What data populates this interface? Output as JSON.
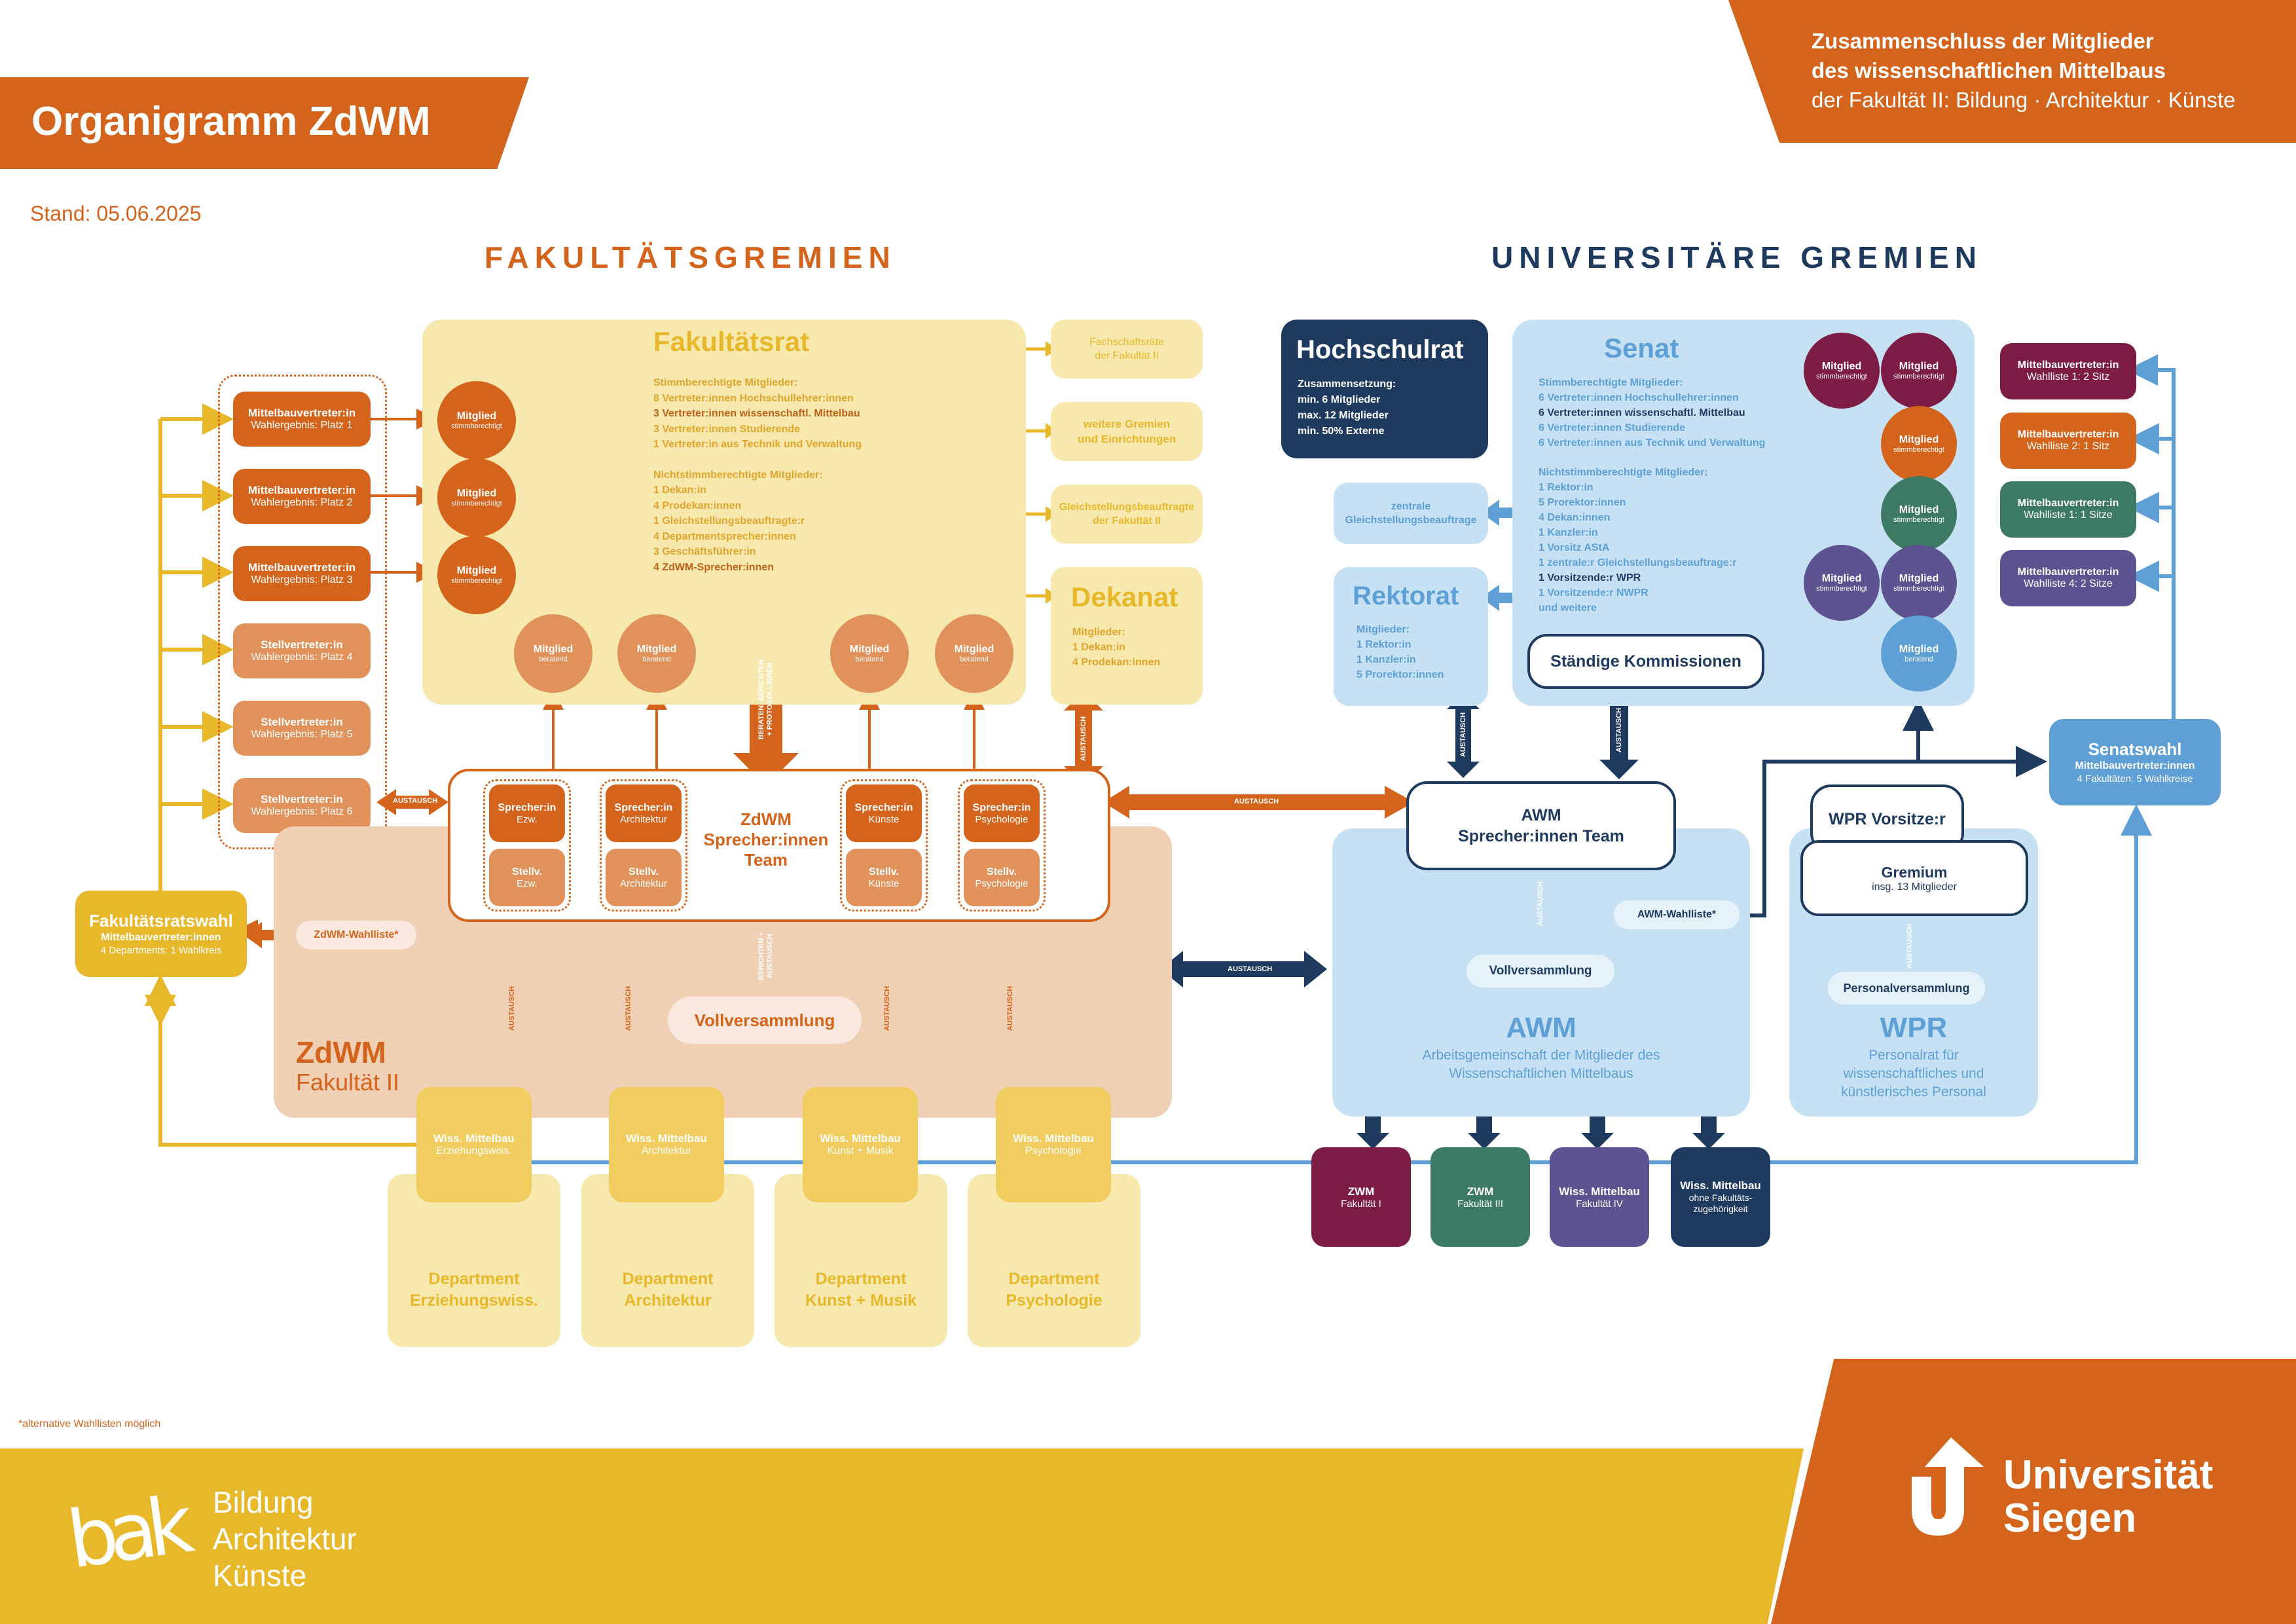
{
  "header": {
    "title": "Organigramm ZdWM",
    "date": "Stand: 05.06.2025",
    "top_right": [
      "Zusammenschluss der Mitglieder",
      "des wissenschaftlichen Mittelbaus",
      "der Fakultät II: Bildung · Architektur · Künste"
    ]
  },
  "sections": {
    "left": "FAKULTÄTSGREMIEN",
    "right": "UNIVERSITÄRE GREMIEN"
  },
  "fakultaetsrat": {
    "title": "Fakultätsrat",
    "voting_heading": "Stimmberechtigte Mitglieder:",
    "voting": [
      "8 Vertreter:innen Hochschullehrer:innen",
      "3 Vertreter:innen wissenschaftl. Mittelbau",
      "3 Vertreter:innen Studierende",
      "1 Vertreter:in aus Technik und Verwaltung"
    ],
    "nonvoting_heading": "Nichtstimmberechtigte Mitglieder:",
    "nonvoting": [
      "1 Dekan:in",
      "4 Prodekan:innen",
      "1 Gleichstellungsbeauftragte:r",
      "4 Departmentsprecher:innen",
      "3 Geschäftsführer:in",
      "4 ZdWM-Sprecher:innen"
    ]
  },
  "side_boxes": {
    "fachschaft": [
      "Fachschaftsräte",
      "der Fakultät II"
    ],
    "gremien": [
      "weitere Gremien",
      "und Einrichtungen"
    ],
    "gleich": [
      "Gleichstellungsbeauftragte",
      "der Fakultät II"
    ],
    "dekanat_title": "Dekanat",
    "dekanat_heading": "Mitglieder:",
    "dekanat_items": [
      "1 Dekan:in",
      "4 Prodekan:innen"
    ]
  },
  "election_list": [
    {
      "title": "Mittelbauvertreter:in",
      "sub": "Wahlergebnis: Platz 1"
    },
    {
      "title": "Mittelbauvertreter:in",
      "sub": "Wahlergebnis: Platz 2"
    },
    {
      "title": "Mittelbauvertreter:in",
      "sub": "Wahlergebnis: Platz 3"
    },
    {
      "title": "Stellvertreter:in",
      "sub": "Wahlergebnis: Platz 4"
    },
    {
      "title": "Stellvertreter:in",
      "sub": "Wahlergebnis: Platz 5"
    },
    {
      "title": "Stellvertreter:in",
      "sub": "Wahlergebnis: Platz 6"
    }
  ],
  "member_circle": {
    "title": "Mitglied",
    "voting": "stimmberechtigt",
    "advisory": "beratend"
  },
  "zdwm": {
    "team_title": [
      "ZdWM",
      "Sprecher:innen",
      "Team"
    ],
    "speakers": [
      {
        "title": "Sprecher:in",
        "sub": "Ezw.",
        "deputy": "Stellv.",
        "deputy_sub": "Ezw."
      },
      {
        "title": "Sprecher:in",
        "sub": "Architektur",
        "deputy": "Stellv.",
        "deputy_sub": "Architektur"
      },
      {
        "title": "Sprecher:in",
        "sub": "Künste",
        "deputy": "Stellv.",
        "deputy_sub": "Künste"
      },
      {
        "title": "Sprecher:in",
        "sub": "Psychologie",
        "deputy": "Stellv.",
        "deputy_sub": "Psychologie"
      }
    ],
    "vollversammlung": "Vollversammlung",
    "name": "ZdWM",
    "subname": "Fakultät II",
    "wahlliste": "ZdWM-Wahlliste*"
  },
  "fakultaetsratswahl": {
    "title": "Fakultätsratswahl",
    "sub1": "Mittelbauvertreter:innen",
    "sub2": "4 Departments: 1 Wahlkreis"
  },
  "labels": {
    "austausch": "AUSTAUSCH",
    "beraten": [
      "BERATEN, BERICHTEN",
      "+ PROTOKOLLIEREN"
    ],
    "berichten": [
      "BERICHTEN +",
      "AUSTAUSCH"
    ]
  },
  "wiss": [
    {
      "title": "Wiss. Mittelbau",
      "sub": "Erziehungswiss."
    },
    {
      "title": "Wiss. Mittelbau",
      "sub": "Architektur"
    },
    {
      "title": "Wiss. Mittelbau",
      "sub": "Kunst + Musik"
    },
    {
      "title": "Wiss. Mittelbau",
      "sub": "Psychologie"
    }
  ],
  "departments": [
    {
      "title": "Department",
      "sub": "Erziehungswiss."
    },
    {
      "title": "Department",
      "sub": "Architektur"
    },
    {
      "title": "Department",
      "sub": "Kunst + Musik"
    },
    {
      "title": "Department",
      "sub": "Psychologie"
    }
  ],
  "hochschulrat": {
    "title": "Hochschulrat",
    "heading": "Zusammensetzung:",
    "items": [
      "min. 6 Mitglieder",
      "max. 12 Mitglieder",
      "min. 50% Externe"
    ]
  },
  "gleichstellung_zentral": [
    "zentrale",
    "Gleichstellungsbeauftrage"
  ],
  "rektorat": {
    "title": "Rektorat",
    "heading": "Mitglieder:",
    "items": [
      "1 Rektor:in",
      "1 Kanzler:in",
      "5 Prorektor:innen"
    ]
  },
  "senat": {
    "title": "Senat",
    "voting_heading": "Stimmberechtigte Mitglieder:",
    "voting": [
      "6 Vertreter:innen Hochschullehrer:innen",
      "6 Vertreter:innen wissenschaftl. Mittelbau",
      "6 Vertreter:innen Studierende",
      "6 Vertreter:innen aus Technik und Verwaltung"
    ],
    "nonvoting_heading": "Nichtstimmberechtigte Mitglieder:",
    "nonvoting": [
      "1 Rektor:in",
      "5 Prorektor:innen",
      "4 Dekan:innen",
      "1 Kanzler:in",
      "1 Vorsitz AStA",
      "1 zentrale:r Gleichstellungsbeauftrage:r",
      "1 Vorsitzende:r WPR",
      "1 Vorsitzende:r NWPR",
      "und weitere"
    ],
    "kommissionen": "Ständige Kommissionen"
  },
  "senat_lists": [
    {
      "title": "Mittelbauvertreter:in",
      "sub": "Wahlliste 1: 2 Sitz"
    },
    {
      "title": "Mittelbauvertreter:in",
      "sub": "Wahlliste 2: 1 Sitz"
    },
    {
      "title": "Mittelbauvertreter:in",
      "sub": "Wahlliste 1: 1 Sitze"
    },
    {
      "title": "Mittelbauvertreter:in",
      "sub": "Wahlliste 4: 2 Sitze"
    }
  ],
  "senatswahl": {
    "title": "Senatswahl",
    "sub1": "Mittelbauvertreter:innen",
    "sub2": "4 Fakultäten: 5 Wahlkreise"
  },
  "awm": {
    "team": [
      "AWM",
      "Sprecher:innen Team"
    ],
    "vollversammlung": "Vollversammlung",
    "wahlliste": "AWM-Wahlliste*",
    "name": "AWM",
    "desc": [
      "Arbeitsgemeinschaft der Mitglieder des",
      "Wissenschaftlichen Mittelbaus"
    ]
  },
  "wpr": {
    "vorsitz": "WPR Vorsitze:r",
    "gremium": "Gremium",
    "gremium_sub": "insg. 13 Mitglieder",
    "personal": "Personalversammlung",
    "name": "WPR",
    "desc": [
      "Personalrat für",
      "wissenschaftliches und",
      "künstlerisches Personal"
    ]
  },
  "faculties": [
    {
      "title": "ZWM",
      "sub": "Fakultät I"
    },
    {
      "title": "ZWM",
      "sub": "Fakultät III"
    },
    {
      "title": "Wiss. Mittelbau",
      "sub": "Fakultät IV"
    },
    {
      "title": "Wiss. Mittelbau",
      "sub": "ohne Fakultäts-",
      "sub2": "zugehörigkeit"
    }
  ],
  "footnote": "*alternative Wahllisten möglich",
  "footer": {
    "bak_lines": [
      "Bildung",
      "Architektur",
      "Künste"
    ],
    "bak_logo": "bak",
    "uni_lines": [
      "Universität",
      "Siegen"
    ]
  },
  "colors": {
    "orange": "#d4641c",
    "orange_light": "#e0925a",
    "yellow": "#e8b82b",
    "yellow_light": "#f7e8ae",
    "peach": "#efd0b5",
    "navy": "#1f3a5f",
    "blue": "#5ea0d6",
    "blue_light": "#c5e1f3",
    "wine": "#7d1d45",
    "green": "#3d7a63",
    "purple": "#5e5391"
  }
}
